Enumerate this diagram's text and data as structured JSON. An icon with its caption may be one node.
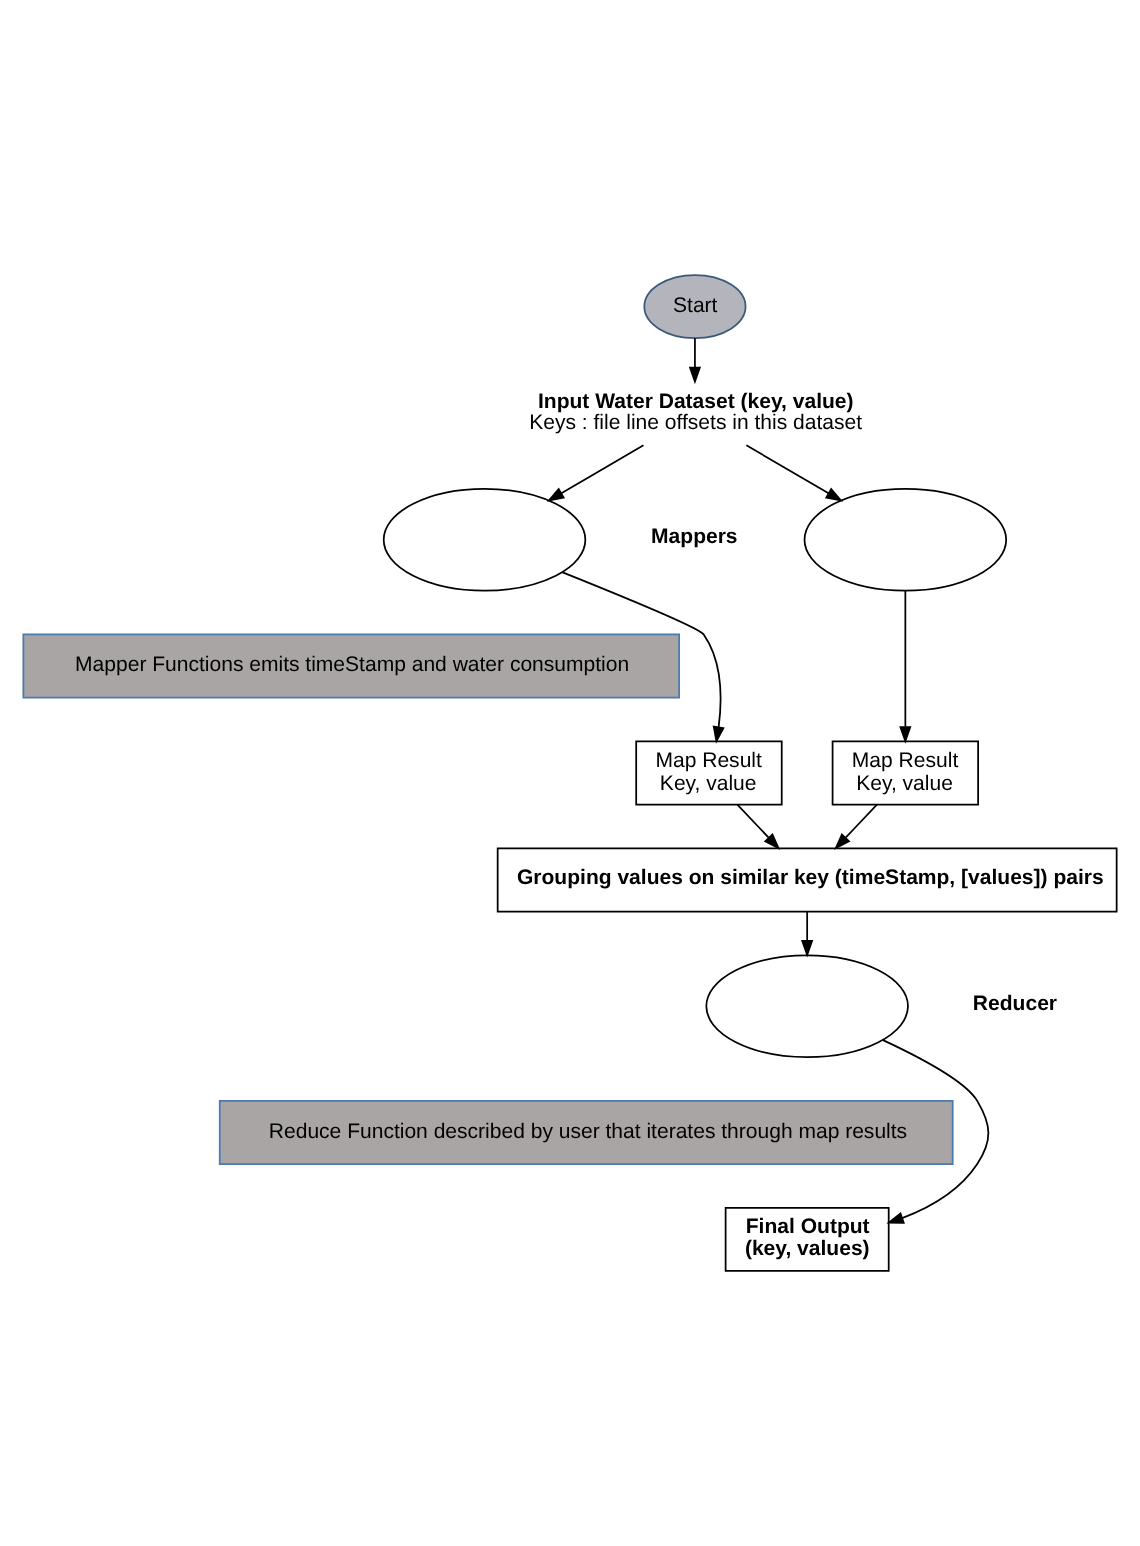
{
  "diagram": {
    "nodes": [
      {
        "text": [
          "Start"
        ]
      },
      {
        "text": [
          "Input Water Dataset (key, value)",
          "Keys : file line offsets in this dataset"
        ]
      },
      {
        "text": [],
        "shape": "ellipse"
      },
      {
        "text": [],
        "shape": "ellipse"
      },
      {
        "text": [
          "Mapper Functions emits timeStamp and water consumption"
        ]
      },
      {
        "text": [
          "Map Result",
          "Key, value"
        ]
      },
      {
        "text": [
          "Map Result",
          "Key, value"
        ]
      },
      {
        "text": [
          "Grouping values on similar key (timeStamp, [values]) pairs"
        ]
      },
      {
        "text": [],
        "shape": "ellipse"
      },
      {
        "text": [
          "Reduce Function described by user that iterates through map results"
        ]
      },
      {
        "text": [
          "Final Output",
          "(key, values)"
        ]
      }
    ],
    "edges": [
      {
        "from": 0,
        "to": 1,
        "arrow": "to"
      },
      {
        "from": 1,
        "to": 2,
        "arrow": "to"
      },
      {
        "from": 1,
        "to": 3,
        "arrow": "to"
      },
      {
        "from": 2,
        "to": 5,
        "arrow": "to"
      },
      {
        "from": 3,
        "to": 6,
        "arrow": "to"
      },
      {
        "from": 5,
        "to": 7,
        "arrow": "to"
      },
      {
        "from": 6,
        "to": 7,
        "arrow": "to"
      },
      {
        "from": 7,
        "to": 8,
        "arrow": "to"
      },
      {
        "from": 8,
        "to": 10,
        "arrow": "to"
      }
    ],
    "labels": [
      "Mappers",
      "Reducer"
    ]
  }
}
